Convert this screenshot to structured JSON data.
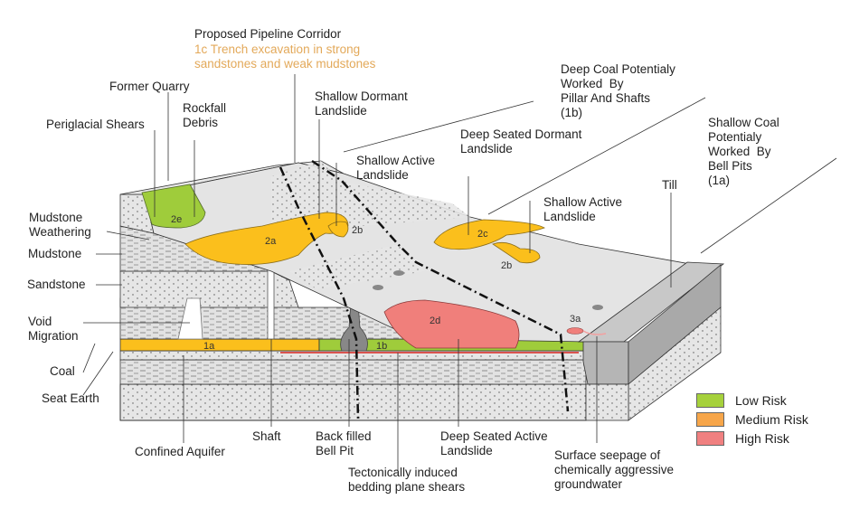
{
  "title_labels": {
    "pipeline_title": "Proposed Pipeline Corridor",
    "pipeline_note": "1c Trench excavation in strong\nsandstones and weak mudstones"
  },
  "labels": {
    "former_quarry": "Former Quarry",
    "periglacial_shears": "Periglacial Shears",
    "rockfall_debris": "Rockfall\nDebris",
    "shallow_dormant": "Shallow Dormant\nLandslide",
    "shallow_active_1": "Shallow Active\nLandslide",
    "deep_coal": "Deep Coal Potentialy\nWorked  By\nPillar And Shafts\n(1b)",
    "deep_seated_dormant": "Deep Seated Dormant\nLandslide",
    "shallow_active_2": "Shallow Active\nLandslide",
    "shallow_coal": "Shallow Coal\nPotentialy\nWorked  By\nBell Pits\n(1a)",
    "till": "Till",
    "mudstone_weathering": "Mudstone\nWeathering",
    "mudstone": "Mudstone",
    "sandstone": "Sandstone",
    "void_migration": "Void\nMigration",
    "coal": "Coal",
    "seat_earth": "Seat Earth",
    "confined_aquifer": "Confined Aquifer",
    "shaft": "Shaft",
    "back_filled_bell_pit": "Back filled\nBell Pit",
    "tectonic_shears": "Tectonically induced\nbedding plane shears",
    "deep_seated_active": "Deep Seated Active\nLandslide",
    "surface_seepage": "Surface seepage of\nchemically aggressive\ngroundwater"
  },
  "zone_tags": {
    "t2e": "2e",
    "t2a": "2a",
    "t2b_1": "2b",
    "t2c": "2c",
    "t2b_2": "2b",
    "t2d": "2d",
    "t1a": "1a",
    "t1b": "1b",
    "t3a": "3a"
  },
  "legend": [
    {
      "label": "Low Risk",
      "color": "#a6d13c"
    },
    {
      "label": "Medium Risk",
      "color": "#f7a64a"
    },
    {
      "label": "High Risk",
      "color": "#f08080"
    }
  ],
  "colors": {
    "low": "#9fcc3b",
    "medium": "#fbbf1c",
    "high": "#f07f7b",
    "rock": "#e4e4e4",
    "till": "#b5b5b5"
  }
}
